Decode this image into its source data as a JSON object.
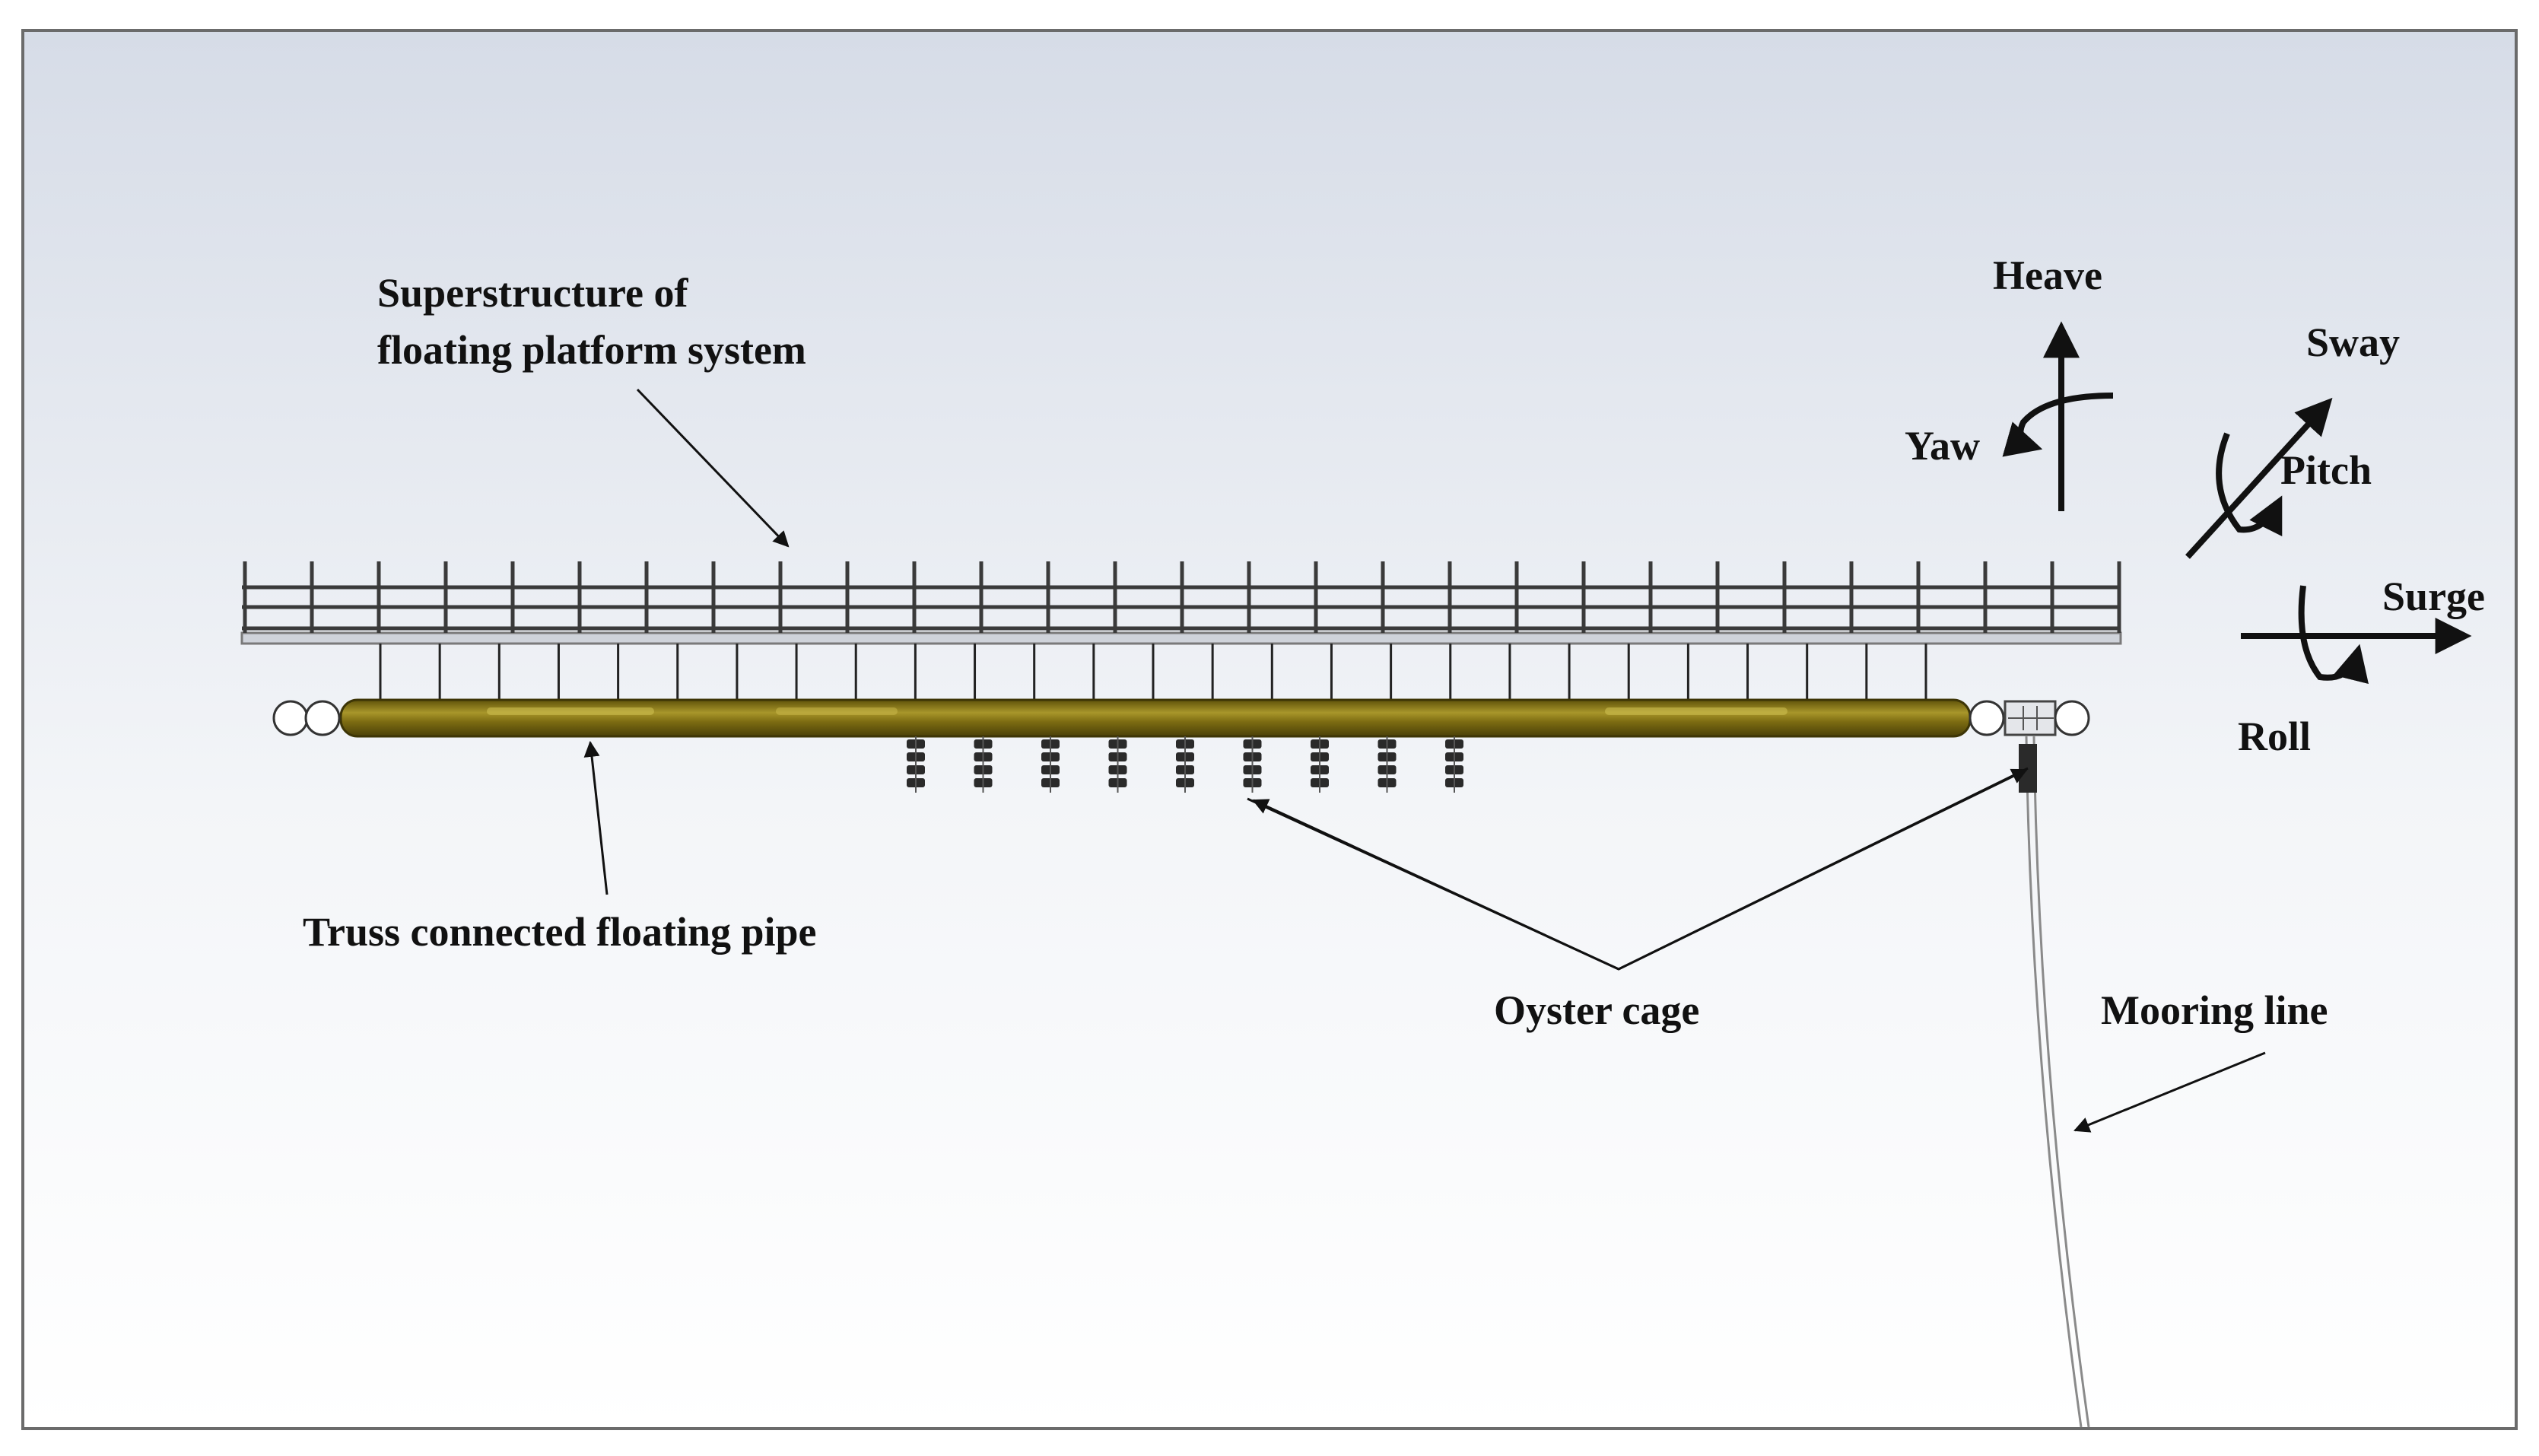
{
  "labels": {
    "superstructure_line1": "Superstructure of",
    "superstructure_line2": "floating platform system",
    "truss_pipe": "Truss connected floating pipe",
    "oyster_cage": "Oyster cage",
    "mooring_line": "Mooring line"
  },
  "motions": {
    "heave": "Heave",
    "yaw": "Yaw",
    "sway": "Sway",
    "pitch": "Pitch",
    "surge": "Surge",
    "roll": "Roll"
  },
  "colors": {
    "background_top": "#d9dee8",
    "background_bottom": "#ffffff",
    "frame": "#6b6b6b",
    "railing": "#3a3a3a",
    "pipe": "#7a6a10",
    "pipe_highlight": "#b9a630",
    "cage": "#2a2a2a",
    "text": "#111111"
  }
}
